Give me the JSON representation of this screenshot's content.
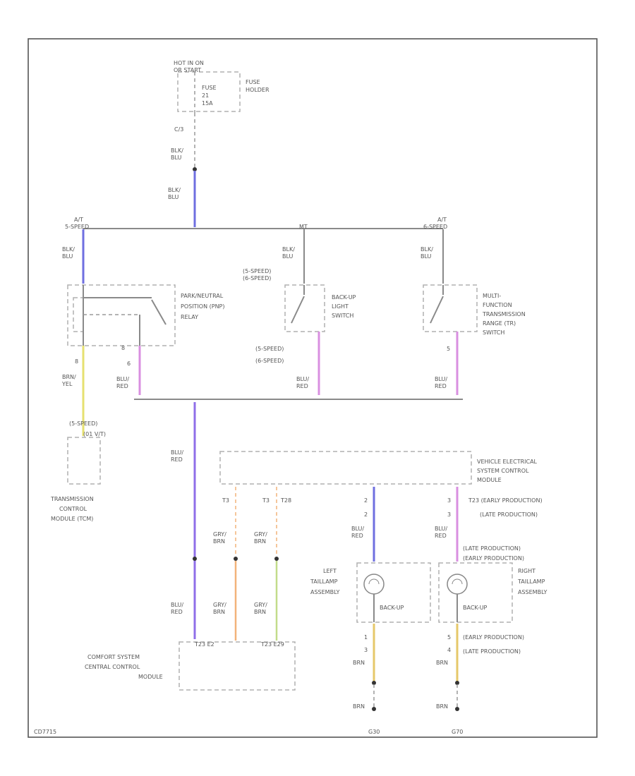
{
  "colors": {
    "border": "#555555",
    "wire_blue": "#6f6fe0",
    "wire_violet": "#8f6fe8",
    "wire_pink": "#d98fe0",
    "wire_yellow": "#e6e070",
    "wire_orange": "#f2b37a",
    "wire_lime": "#c2dc8a",
    "wire_gold": "#e6c86a",
    "wire_gray": "#8a8a8a"
  },
  "labels": {
    "hot_bus": "HOT IN ON",
    "hot_bus2": "OR START",
    "fuse_holder1": "FUSE",
    "fuse_holder2": "HOLDER",
    "fuse1": "FUSE",
    "fuse2": "21",
    "fuse3": "15A",
    "splice_top": "C/3",
    "wire_blk_blu_1a": "BLK/",
    "wire_blk_blu_1b": "BLU",
    "wire_blk_blu_2a": "BLK/",
    "wire_blk_blu_2b": "BLU",
    "at_left1": "A/T",
    "at_left2": "5-SPEED",
    "bus_mid": "MT",
    "at_right1": "A/T",
    "at_right2": "6-SPEED",
    "wire_blk_blu_3a": "BLK/",
    "wire_blk_blu_3b": "BLU",
    "wire_blk_blu_4a": "BLK/",
    "wire_blk_blu_4b": "BLU",
    "wire_blk_blu_5a": "BLK/",
    "wire_blk_blu_5b": "BLU",
    "speed5_top": "(5-SPEED)",
    "speed6_top": "(6-SPEED)",
    "pnp1": "PARK/NEUTRAL",
    "pnp2": "POSITION (PNP)",
    "pnp3": "RELAY",
    "backup1": "BACK-UP",
    "backup2": "LIGHT",
    "backup3": "SWITCH",
    "mf1": "MULTI-",
    "mf2": "FUNCTION",
    "mf3": "TRANSMISSION",
    "mf4": "RANGE (TR)",
    "mf5": "SWITCH",
    "speed5_bot": "(5-SPEED)",
    "speed6_bot": "(6-SPEED)",
    "pin_8a": "8",
    "pin_8b": "8",
    "pin_6": "6",
    "pin_5": "5",
    "brn_yel1": "BRN/",
    "brn_yel2": "YEL",
    "blu_red_1a": "BLU/",
    "blu_red_1b": "RED",
    "blu_red_2a": "BLU/",
    "blu_red_2b": "RED",
    "blu_red_3a": "BLU/",
    "blu_red_3b": "RED",
    "tcm_speed": "(5-SPEED)",
    "tcm_dv": "(01 V/T)",
    "tcm1": "TRANSMISSION",
    "tcm2": "CONTROL",
    "tcm3": "MODULE (TCM)",
    "blu_red_4a": "BLU/",
    "blu_red_4b": "RED",
    "vesc1": "VEHICLE ELECTRICAL",
    "vesc2": "SYSTEM CONTROL",
    "vesc3": "MODULE",
    "t_left": "T3",
    "t_mid": "T3",
    "t_mid2": "T28",
    "early_prod1": "T23 (EARLY PRODUCTION)",
    "late_prod1": "(LATE PRODUCTION)",
    "gry_brn_1a": "GRY/",
    "gry_brn_1b": "BRN",
    "gry_brn_2a": "GRY/",
    "gry_brn_2b": "BRN",
    "blu_red_5a": "BLU/",
    "blu_red_5b": "RED",
    "blu_red_6a": "BLU/",
    "blu_red_6b": "RED",
    "late_prod2": "(LATE PRODUCTION)",
    "early_prod2": "(EARLY PRODUCTION)",
    "left_tail1": "LEFT",
    "left_tail2": "TAILLAMP",
    "left_tail3": "ASSEMBLY",
    "right_tail1": "RIGHT",
    "right_tail2": "TAILLAMP",
    "right_tail3": "ASSEMBLY",
    "backup_l": "BACK-UP",
    "backup_r": "BACK-UP",
    "blu_red_7a": "BLU/",
    "blu_red_7b": "RED",
    "gry_brn_3a": "GRY/",
    "gry_brn_3b": "BRN",
    "gry_brn_4a": "GRY/",
    "gry_brn_4b": "BRN",
    "comfort1": "COMFORT SYSTEM",
    "comfort2": "CENTRAL CONTROL",
    "comfort3": "MODULE",
    "comfort_t1": "T23 E2",
    "comfort_t2": "T23 E29",
    "early_prod3": "(EARLY PRODUCTION)",
    "late_prod3": "(LATE PRODUCTION)",
    "brn_l": "BRN",
    "brn_r": "BRN",
    "brn_gl": "BRN",
    "brn_gr": "BRN",
    "gnd_l": "G30",
    "gnd_r": "G70",
    "pin_l1": "1",
    "pin_l2": "3",
    "pin_r1": "5",
    "pin_r2": "4",
    "pin_vl": "2",
    "pin_vr": "3",
    "pin_vl2": "2",
    "pin_vr2": "3",
    "footer": "CD7715"
  }
}
